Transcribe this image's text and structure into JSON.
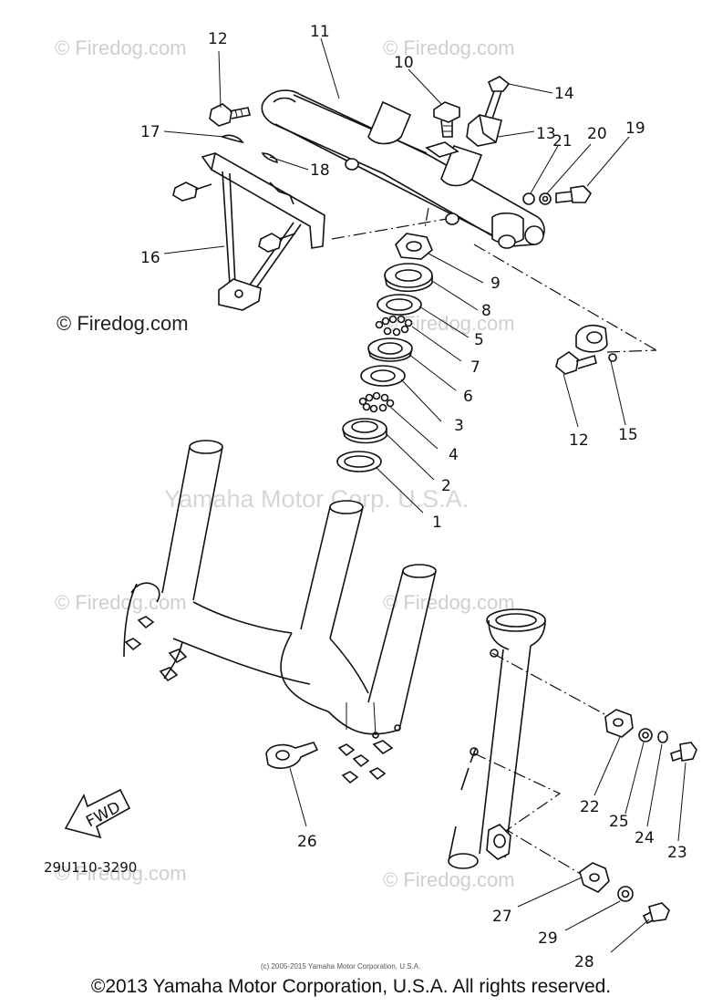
{
  "watermarks": {
    "firedog_plain": "Firedog.com",
    "firedog_copy": "© Firedog.com",
    "manufacturer": "Yamaha Motor Corp. U.S.A."
  },
  "labels": {
    "l1": "1",
    "l2": "2",
    "l3": "3",
    "l4": "4",
    "l5": "5",
    "l6": "6",
    "l7": "7",
    "l8": "8",
    "l9": "9",
    "l10": "10",
    "l11": "11",
    "l12": "12",
    "l13": "13",
    "l14": "14",
    "l15": "15",
    "l16": "16",
    "l17": "17",
    "l18": "18",
    "l19": "19",
    "l20": "20",
    "l21": "21",
    "l22": "22",
    "l23": "23",
    "l24": "24",
    "l25": "25",
    "l26": "26",
    "l27": "27",
    "l28": "28",
    "l29": "29"
  },
  "fwd_arrow": "FWD",
  "drawing_code": "29U110-3290",
  "small_print": "(c) 2005-2015 Yamaha Motor Corporation, U.S.A.",
  "copyright": "©2013 Yamaha Motor Corporation, U.S.A. All rights reserved."
}
